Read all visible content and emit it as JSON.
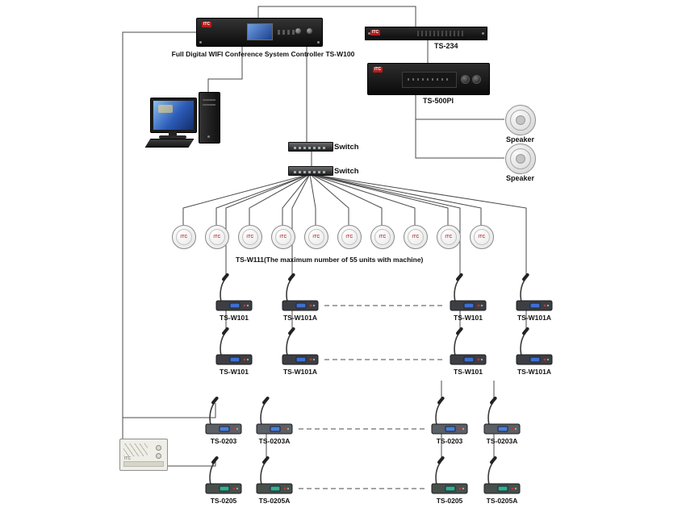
{
  "controller": {
    "brand": "ITC",
    "label": "Full Digital WIFI Conference System Controller TS-W100"
  },
  "ts234": {
    "brand": "ITC",
    "label": "TS-234"
  },
  "ts500pi": {
    "brand": "ITC",
    "label": "TS-500PI"
  },
  "speakers": [
    {
      "label": "Speaker"
    },
    {
      "label": "Speaker"
    }
  ],
  "switches": [
    {
      "label": "Switch"
    },
    {
      "label": "Switch"
    }
  ],
  "ceiling": {
    "logo": "ITC",
    "count": 10,
    "label": "TS-W111(The maximum number of 55 units with machine)"
  },
  "mic_rows": [
    {
      "models": [
        "TS-W101",
        "TS-W101A",
        "TS-W101",
        "TS-W101A"
      ],
      "base_color": "#3c3e43",
      "screen_color": "#3f6fd0"
    },
    {
      "models": [
        "TS-W101",
        "TS-W101A",
        "TS-W101",
        "TS-W101A"
      ],
      "base_color": "#3c3e43",
      "screen_color": "#3f6fd0"
    },
    {
      "models": [
        "TS-0203",
        "TS-0203A",
        "TS-0203",
        "TS-0203A"
      ],
      "base_color": "#5b5f66",
      "screen_color": "#4f7fd8"
    },
    {
      "models": [
        "TS-0205",
        "TS-0205A",
        "TS-0205",
        "TS-0205A"
      ],
      "base_color": "#474f4b",
      "screen_color": "#35b08a"
    }
  ],
  "psu": {
    "brand": "ITC"
  },
  "colors": {
    "line": "#4a4a4a",
    "brand": "#b71c1c"
  }
}
